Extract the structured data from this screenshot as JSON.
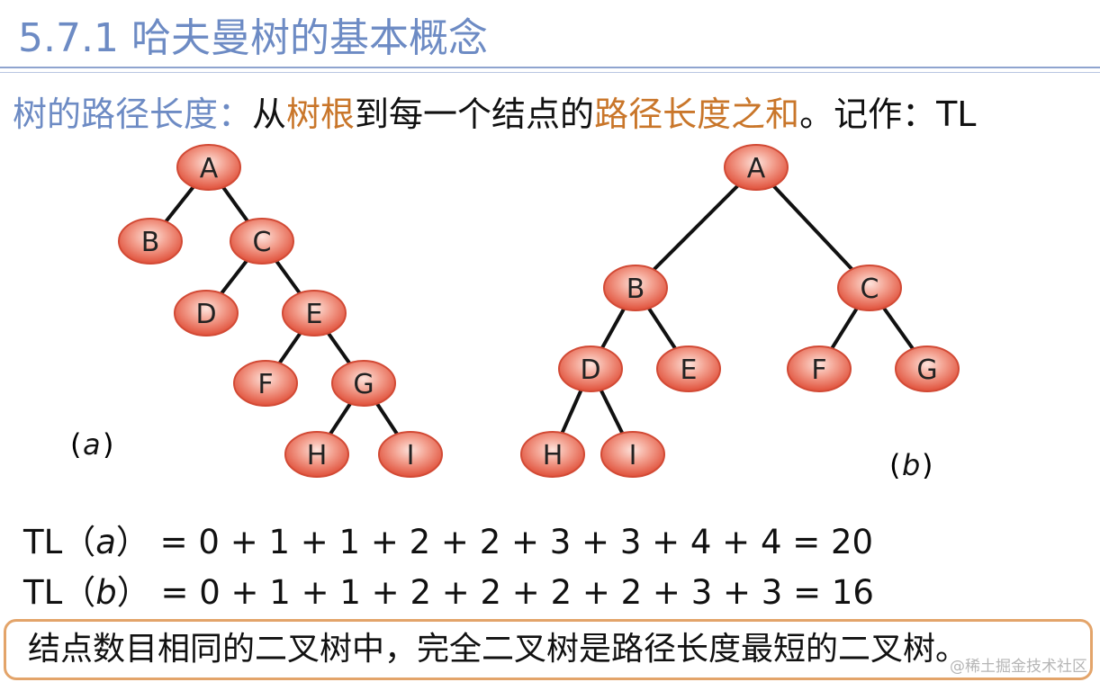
{
  "title": "5.7.1 哈夫曼树的基本概念",
  "definition": {
    "term": "树的路径长度：",
    "part1": "从",
    "hl1": "树根",
    "part2": "到每一个结点的",
    "hl2": "路径长度之和",
    "part3": "。记作：TL"
  },
  "colors": {
    "title": "#6d8bc4",
    "highlight": "#c9762a",
    "node_fill": "#e8604c",
    "border": "#e3a46a"
  },
  "tree_a": {
    "caption_open": "(",
    "caption_var": "a",
    "caption_close": ")",
    "nodes": [
      "A",
      "B",
      "C",
      "D",
      "E",
      "F",
      "G",
      "H",
      "I"
    ]
  },
  "tree_b": {
    "caption_open": "(",
    "caption_var": "b",
    "caption_close": ")",
    "nodes": [
      "A",
      "B",
      "C",
      "D",
      "E",
      "F",
      "G",
      "H",
      "I"
    ]
  },
  "equations": {
    "a": {
      "prefix": "TL（",
      "var": "a",
      "rest": "）  = 0 + 1 + 1 + 2 + 2 + 3 + 3 + 4 + 4 = 20"
    },
    "b": {
      "prefix": "TL（",
      "var": "b",
      "rest": "）  = 0 + 1 + 1 + 2 + 2 + 2 + 2 + 3 + 3 = 16"
    }
  },
  "conclusion": "结点数目相同的二叉树中，完全二叉树是路径长度最短的二叉树。",
  "watermark": "@稀土掘金技术社区"
}
